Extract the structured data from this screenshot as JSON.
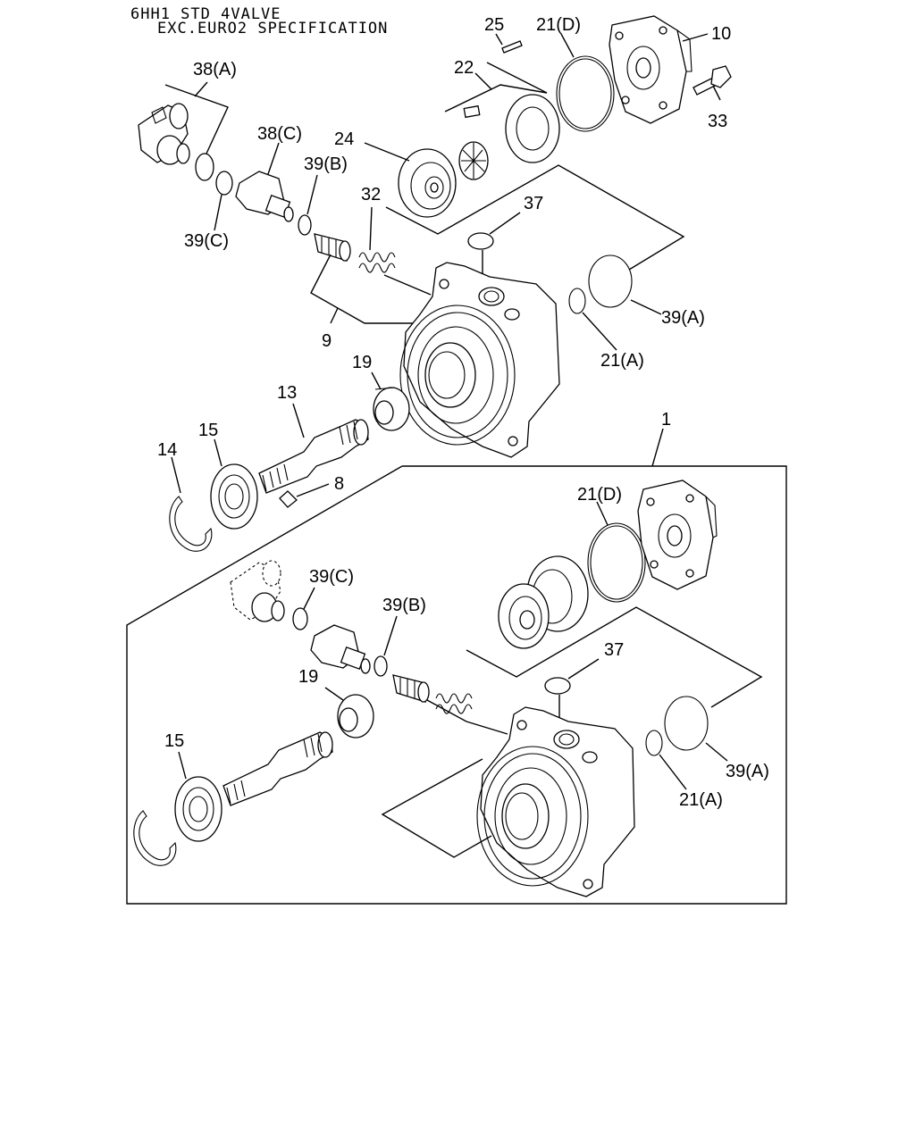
{
  "header": {
    "line1": "6HH1 STD 4VALVE",
    "line2": "EXC.EURO2 SPECIFICATION"
  },
  "labels": {
    "l25": "25",
    "l21d": "21(D)",
    "l10": "10",
    "l38a": "38(A)",
    "l22": "22",
    "l33": "33",
    "l38c": "38(C)",
    "l24": "24",
    "l39b": "39(B)",
    "l32": "32",
    "l37": "37",
    "l39c": "39(C)",
    "l39a": "39(A)",
    "l9": "9",
    "l21a": "21(A)",
    "l19": "19",
    "l13": "13",
    "l15": "15",
    "l14": "14",
    "l1": "1",
    "l8": "8",
    "b21d": "21(D)",
    "b39c": "39(C)",
    "b39b": "39(B)",
    "b37": "37",
    "b19": "19",
    "b15": "15",
    "b39a": "39(A)",
    "b21a": "21(A)"
  }
}
